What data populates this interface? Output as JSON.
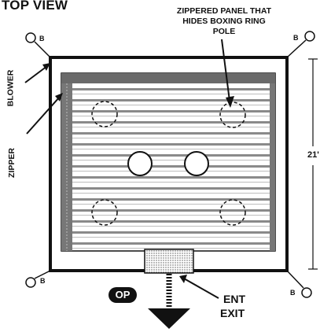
{
  "diagram": {
    "title": "TOP VIEW",
    "panel_note": "ZIPPERED PANEL THAT HIDES BOXING RING POLE",
    "blower_label": "BLOWER",
    "zipper_label": "ZIPPER",
    "dimension_label": "21'",
    "corner_marker": "B",
    "op_badge": "OP",
    "entrance_label": "ENT",
    "exit_label": "EXIT"
  }
}
